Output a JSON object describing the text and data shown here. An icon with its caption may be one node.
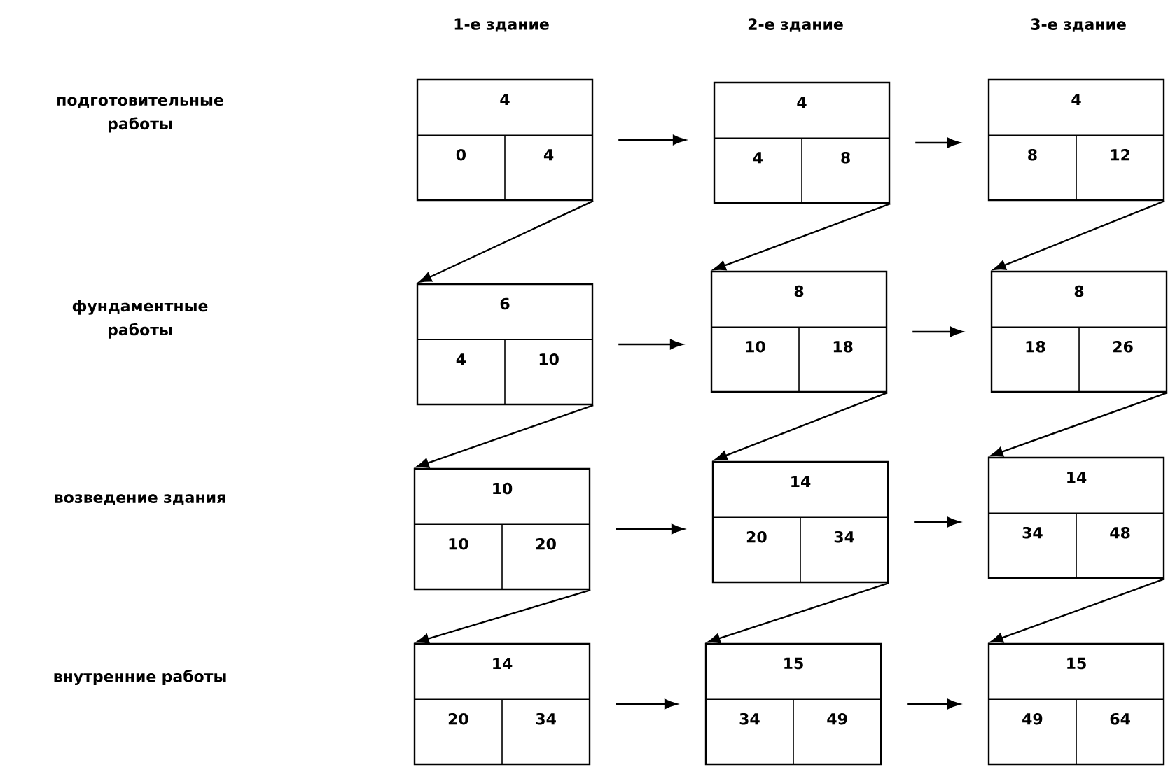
{
  "diagram": {
    "nodes": [
      {
        "text": [
          "4",
          "0",
          "4"
        ]
      },
      {
        "text": [
          "4",
          "4",
          "8"
        ]
      },
      {
        "text": [
          "4",
          "8",
          "12"
        ]
      },
      {
        "text": [
          "6",
          "4",
          "10"
        ]
      },
      {
        "text": [
          "8",
          "10",
          "18"
        ]
      },
      {
        "text": [
          "8",
          "18",
          "26"
        ]
      },
      {
        "text": [
          "10",
          "10",
          "20"
        ]
      },
      {
        "text": [
          "14",
          "20",
          "34"
        ]
      },
      {
        "text": [
          "14",
          "34",
          "48"
        ]
      },
      {
        "text": [
          "14",
          "20",
          "34"
        ]
      },
      {
        "text": [
          "15",
          "34",
          "49"
        ]
      },
      {
        "text": [
          "15",
          "49",
          "64"
        ]
      }
    ],
    "edges": [
      {
        "from": 0,
        "to": 1,
        "arrow": "to"
      },
      {
        "from": 1,
        "to": 2,
        "arrow": "to"
      },
      {
        "from": 0,
        "to": 3,
        "arrow": "to"
      },
      {
        "from": 1,
        "to": 4,
        "arrow": "to"
      },
      {
        "from": 2,
        "to": 5,
        "arrow": "to"
      },
      {
        "from": 3,
        "to": 4,
        "arrow": "to"
      },
      {
        "from": 4,
        "to": 5,
        "arrow": "to"
      },
      {
        "from": 3,
        "to": 6,
        "arrow": "to"
      },
      {
        "from": 4,
        "to": 7,
        "arrow": "to"
      },
      {
        "from": 5,
        "to": 8,
        "arrow": "to"
      },
      {
        "from": 6,
        "to": 7,
        "arrow": "to"
      },
      {
        "from": 7,
        "to": 8,
        "arrow": "to"
      },
      {
        "from": 6,
        "to": 9,
        "arrow": "to"
      },
      {
        "from": 7,
        "to": 10,
        "arrow": "to"
      },
      {
        "from": 8,
        "to": 11,
        "arrow": "to"
      },
      {
        "from": 9,
        "to": 10,
        "arrow": "to"
      },
      {
        "from": 10,
        "to": 11,
        "arrow": "to"
      }
    ],
    "labels": [
      "1-е здание",
      "2-е здание",
      "3-е здание",
      "подготовительные работы",
      "фундаментные работы",
      "возведение здания",
      "внутренние работы"
    ]
  }
}
